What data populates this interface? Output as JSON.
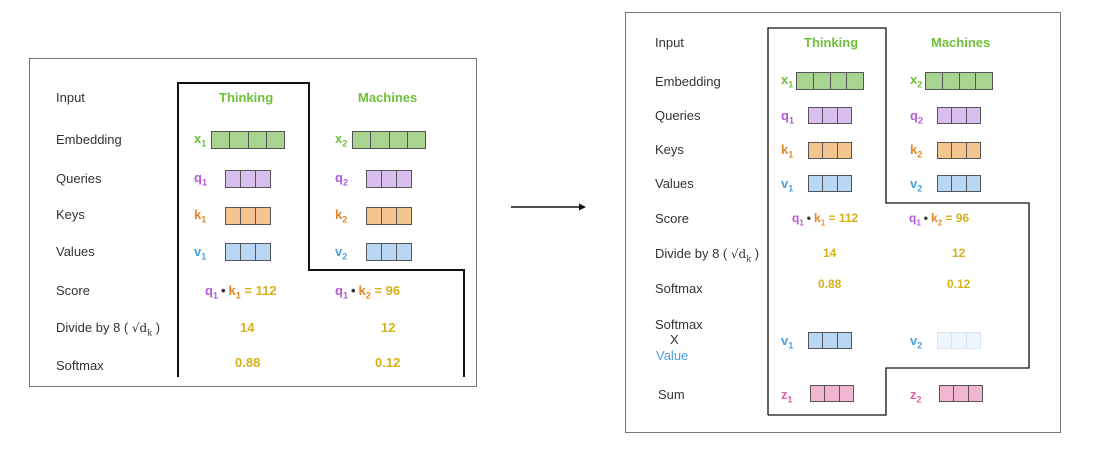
{
  "left": {
    "rows": [
      "Input",
      "Embedding",
      "Queries",
      "Keys",
      "Values",
      "Score",
      "Divide by 8 (",
      "Softmax"
    ],
    "sqrt_dk": "√d",
    "sqrt_dk_sub": "k",
    "divide_close": ")",
    "word1": "Thinking",
    "word2": "Machines",
    "x1": "x",
    "x2": "x",
    "q1": "q",
    "q2": "q",
    "k1": "k",
    "k2": "k",
    "v1": "v",
    "v2": "v",
    "sub1": "1",
    "sub2": "2",
    "score1_q": "q",
    "score1_k": "k",
    "score1_val": "= 112",
    "score2_q": "q",
    "score2_k": "k",
    "score2_val": "= 96",
    "div1": "14",
    "div2": "12",
    "soft1": "0.88",
    "soft2": "0.12"
  },
  "right": {
    "rows": [
      "Input",
      "Embedding",
      "Queries",
      "Keys",
      "Values",
      "Score",
      "Divide by 8 (",
      "Softmax",
      "Softmax",
      "X",
      "Value",
      "Sum"
    ],
    "sqrt_dk": "√d",
    "sqrt_dk_sub": "k",
    "divide_close": ")",
    "word1": "Thinking",
    "word2": "Machines",
    "x1": "x",
    "x2": "x",
    "q1": "q",
    "q2": "q",
    "k1": "k",
    "k2": "k",
    "v1": "v",
    "v2": "v",
    "z1": "z",
    "z2": "z",
    "sub1": "1",
    "sub2": "2",
    "score1_q": "q",
    "score1_k": "k",
    "score1_val": "= 112",
    "score2_q": "q",
    "score2_k": "k",
    "score2_val": "= 96",
    "div1": "14",
    "div2": "12",
    "soft1": "0.88",
    "soft2": "0.12"
  },
  "colors": {
    "green": "#6fbf3a",
    "purple": "#b35ad6",
    "orange": "#e3862a",
    "blue": "#4a9fe0",
    "pink": "#e0609a",
    "yellow": "#d4b21a"
  },
  "icons": {
    "transition": "right-arrow-icon",
    "dot": "•"
  }
}
